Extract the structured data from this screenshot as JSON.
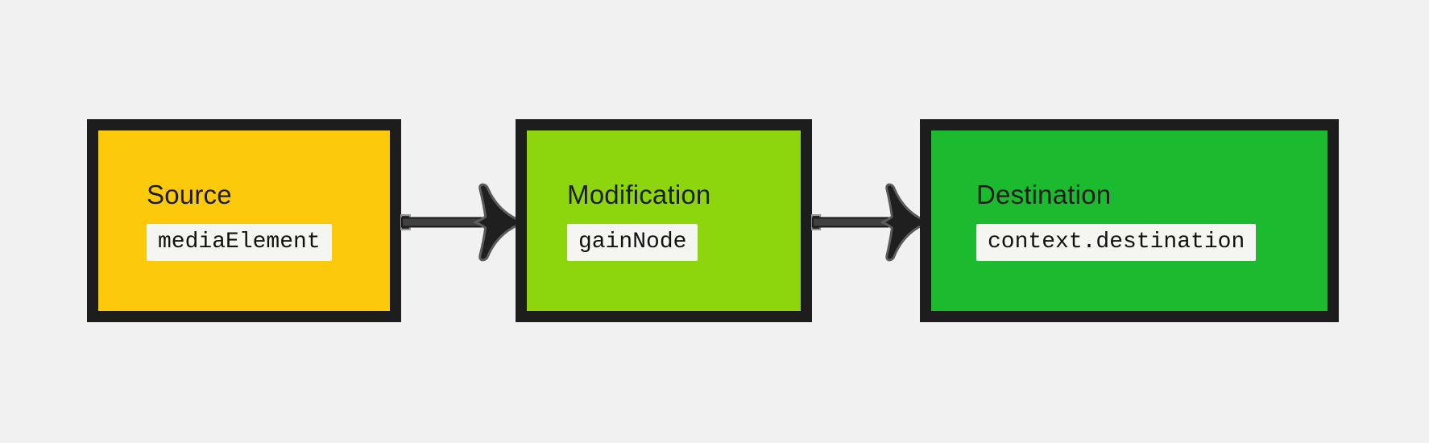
{
  "diagram": {
    "description": "Audio graph flow diagram: source through modification to destination",
    "background_color": "#f1f1f1",
    "node_border_color": "#1d1d1d",
    "arrow_shaft_color": "#404040",
    "arrow_head_color": "#1f1f1f",
    "arrow_outline_color": "#5c5c5c",
    "code_chip_background": "#f5f5f2",
    "nodes": [
      {
        "id": "source",
        "label": "Source",
        "code": "mediaElement",
        "fill": "#fcca0b"
      },
      {
        "id": "modification",
        "label": "Modification",
        "code": "gainNode",
        "fill": "#8dd60e"
      },
      {
        "id": "destination",
        "label": "Destination",
        "code": "context.destination",
        "fill": "#1cba2e"
      }
    ],
    "connections": [
      {
        "from": "source",
        "to": "modification"
      },
      {
        "from": "modification",
        "to": "destination"
      }
    ]
  }
}
